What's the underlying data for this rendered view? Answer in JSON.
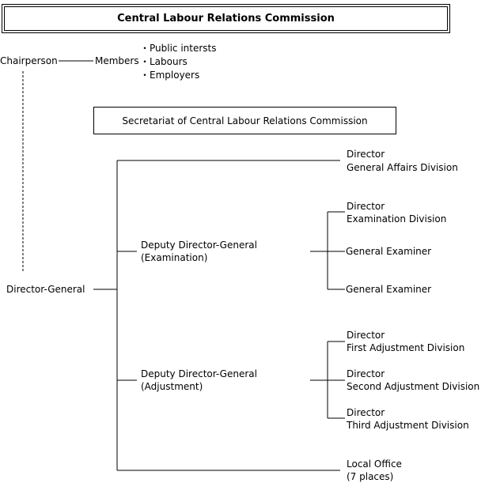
{
  "title": "Central Labour Relations Commission",
  "chairperson": "Chairperson",
  "members": {
    "label": "Members",
    "items": [
      "・Public intersts",
      "・Labours",
      "・Employers"
    ]
  },
  "secretariat": "Secretariat of Central Labour Relations Commission",
  "director_general": "Director-General",
  "general_affairs": [
    "Director",
    "General Affairs Division"
  ],
  "deputy_examination": [
    "Deputy Director-General",
    "(Examination)"
  ],
  "examination_division": [
    "Director",
    "Examination Division"
  ],
  "general_examiner_1": "General Examiner",
  "general_examiner_2": "General Examiner",
  "deputy_adjustment": [
    "Deputy Director-General",
    "(Adjustment)"
  ],
  "first_adjustment": [
    "Director",
    "First Adjustment Division"
  ],
  "second_adjustment": [
    "Director",
    "Second Adjustment Division"
  ],
  "third_adjustment": [
    "Director",
    "Third Adjustment Division"
  ],
  "local_office": [
    "Local Office",
    "(7 places)"
  ]
}
